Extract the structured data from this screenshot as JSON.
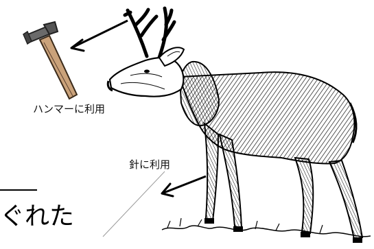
{
  "labels": {
    "hammer": "ハンマーに利用",
    "needle": "針に利用",
    "fragment": "ぐれた"
  },
  "colors": {
    "ink": "#000000",
    "background": "#ffffff",
    "pointer_line": "#9a9a9a"
  },
  "icons": [
    "hammer-icon",
    "deer-illustration",
    "arrow-icon"
  ]
}
